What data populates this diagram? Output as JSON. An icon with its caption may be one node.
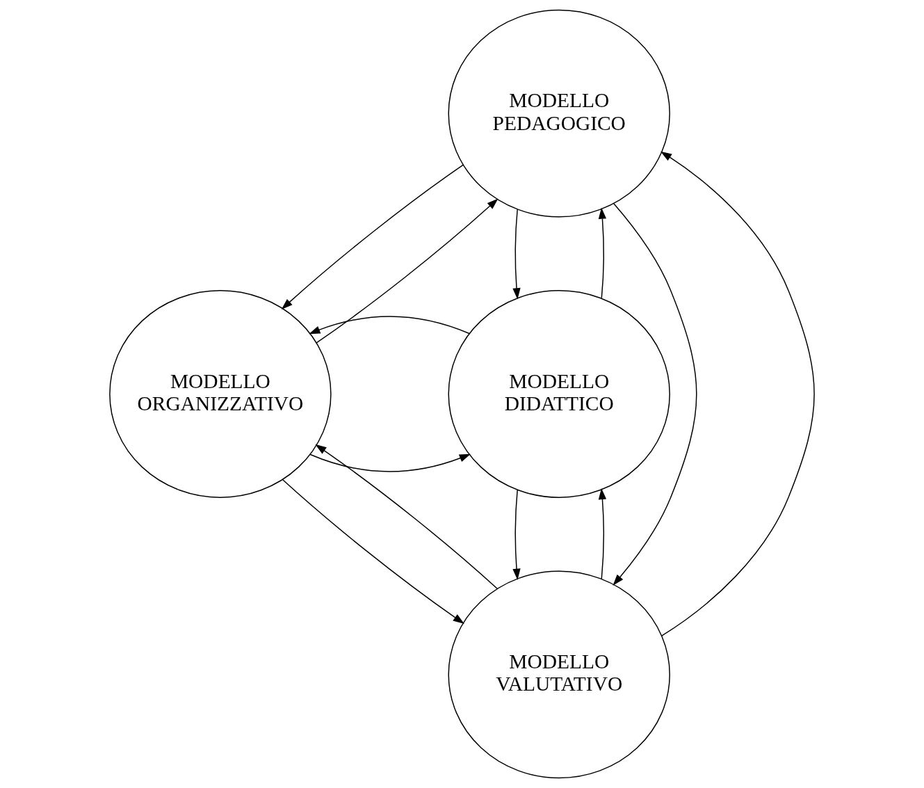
{
  "diagram": {
    "nodes": [
      {
        "text": [
          "MODELLO PEDAGOGICO"
        ]
      },
      {
        "text": [
          "MODELLO ORGANIZZATIVO"
        ]
      },
      {
        "text": [
          "MODELLO DIDATTICO"
        ]
      },
      {
        "text": [
          "MODELLO VALUTATIVO"
        ]
      }
    ],
    "edges": [
      {
        "from": 0,
        "to": 1,
        "arrow": "to"
      },
      {
        "from": 1,
        "to": 0,
        "arrow": "to"
      },
      {
        "from": 0,
        "to": 2,
        "arrow": "to"
      },
      {
        "from": 2,
        "to": 0,
        "arrow": "to"
      },
      {
        "from": 1,
        "to": 2,
        "arrow": "to"
      },
      {
        "from": 2,
        "to": 1,
        "arrow": "to"
      },
      {
        "from": 0,
        "to": 3,
        "arrow": "to"
      },
      {
        "from": 3,
        "to": 0,
        "arrow": "to"
      },
      {
        "from": 1,
        "to": 3,
        "arrow": "to"
      },
      {
        "from": 3,
        "to": 1,
        "arrow": "to"
      },
      {
        "from": 2,
        "to": 3,
        "arrow": "to"
      },
      {
        "from": 3,
        "to": 2,
        "arrow": "to"
      }
    ]
  }
}
